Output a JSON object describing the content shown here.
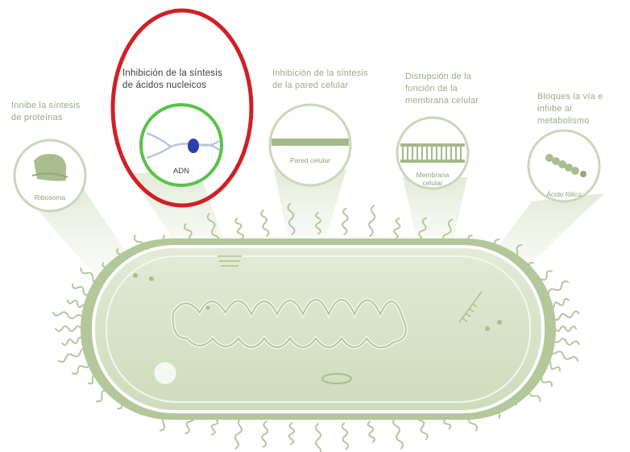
{
  "targets": [
    {
      "id": "ribosome",
      "label_lines": [
        "Innibe la síntesis",
        "de proteínas"
      ],
      "inner": [
        "Ribosoma"
      ]
    },
    {
      "id": "dna",
      "label_lines": [
        "Inhibición de la síntesis",
        "de ácidos nucleicos"
      ],
      "inner": [
        "ADN"
      ],
      "highlighted": true
    },
    {
      "id": "wall",
      "label_lines": [
        "Inhibición de la síntesis",
        "de la pared celular"
      ],
      "inner": [
        "Pared celular"
      ]
    },
    {
      "id": "membrane",
      "label_lines": [
        "Disrupción de la",
        "función de la",
        "membrana celular"
      ],
      "inner": [
        "Membrana",
        "celular"
      ]
    },
    {
      "id": "folate",
      "label_lines": [
        "Bloques la vía e",
        "inhibe al",
        "metabolismo"
      ],
      "inner": [
        "Ácido fólico"
      ]
    }
  ],
  "colors": {
    "green": "#b3c79a",
    "green_dark": "#8fa873",
    "highlight_ring": "#d11f26",
    "dna_circle": "#57c24a",
    "dna_protein": "#2b3fb0"
  }
}
